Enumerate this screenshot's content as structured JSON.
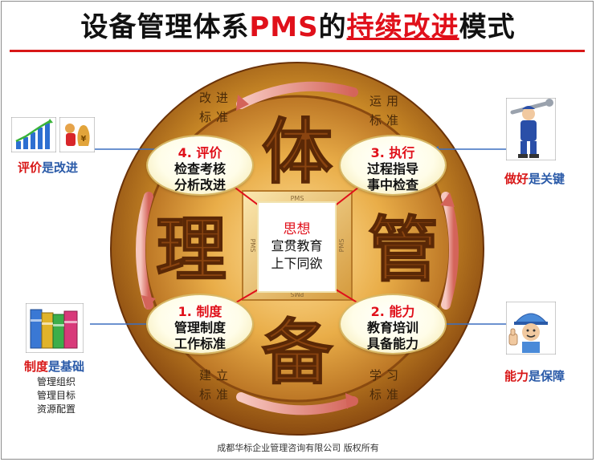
{
  "title": {
    "part1": "设备管理体系",
    "part2": "PMS",
    "part3": "的",
    "part4": "持续改进",
    "part5": "模式"
  },
  "corners": {
    "top_left": "改进标准",
    "top_right": "运用标准",
    "bottom_left": "建立标准",
    "bottom_right": "学习标准"
  },
  "big_chars": {
    "top": "体",
    "left": "理",
    "right": "管",
    "bottom": "备"
  },
  "steps": {
    "evaluate": {
      "head": "4. 评价",
      "line1": "检查考核",
      "line2": "分析改进"
    },
    "execute": {
      "head": "3. 执行",
      "line1": "过程指导",
      "line2": "事中检查"
    },
    "system": {
      "head": "1. 制度",
      "line1": "管理制度",
      "line2": "工作标准"
    },
    "ability": {
      "head": "2. 能力",
      "line1": "教育培训",
      "line2": "具备能力"
    }
  },
  "center": {
    "head": "思想",
    "line1": "宣贯教育",
    "line2": "上下同欲"
  },
  "pms_marks": [
    "PMS",
    "PMS",
    "PMS",
    "PMS"
  ],
  "side_labels": {
    "left_top": {
      "red": "评价",
      "blue": "是改进"
    },
    "right_top": {
      "red": "做好",
      "blue": "是关键"
    },
    "left_bottom": {
      "red": "制度",
      "blue": "是基础"
    },
    "right_bottom": {
      "red": "能力",
      "blue": "是保障"
    }
  },
  "resources": [
    "管理组织",
    "管理目标",
    "资源配置"
  ],
  "footer": "成都华标企业管理咨询有限公司  版权所有",
  "colors": {
    "accent_red": "#e0101a",
    "label_blue": "#2a5aa8",
    "coin_gold": "#c98a2a",
    "coin_dark": "#7a3c0c"
  }
}
